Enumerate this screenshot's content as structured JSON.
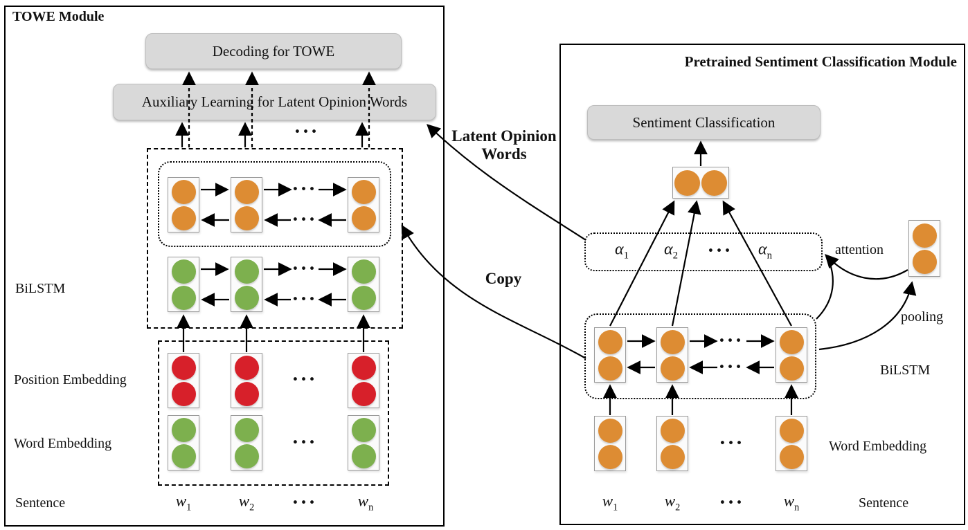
{
  "colors": {
    "orange": "#DD8C33",
    "green": "#7DB04E",
    "red": "#D7202A",
    "box_gray": "#D9D9D9",
    "line": "#111111"
  },
  "ellipsis": "···",
  "towe": {
    "title": "TOWE Module",
    "decoding_label": "Decoding for TOWE",
    "auxiliary_label": "Auxiliary Learning for Latent Opinion Words",
    "bilstm_label": "BiLSTM",
    "position_embedding_label": "Position Embedding",
    "word_embedding_label": "Word Embedding",
    "sentence_label": "Sentence",
    "tokens": [
      {
        "base": "w",
        "sub": "1"
      },
      {
        "base": "w",
        "sub": "2"
      },
      {
        "base": "w",
        "sub": "n"
      }
    ]
  },
  "connections": {
    "latent_label": "Latent Opinion Words",
    "latent_line1": "Latent Opinion",
    "latent_line2": "Words",
    "copy_label": "Copy"
  },
  "sentiment": {
    "title": "Pretrained Sentiment Classification Module",
    "classification_label": "Sentiment Classification",
    "attention_label": "attention",
    "pooling_label": "pooling",
    "bilstm_label": "BiLSTM",
    "word_embedding_label": "Word Embedding",
    "sentence_label": "Sentence",
    "alphas": [
      {
        "base": "α",
        "sub": "1"
      },
      {
        "base": "α",
        "sub": "2"
      },
      {
        "base": "α",
        "sub": "n"
      }
    ],
    "tokens": [
      {
        "base": "w",
        "sub": "1"
      },
      {
        "base": "w",
        "sub": "2"
      },
      {
        "base": "w",
        "sub": "n"
      }
    ]
  }
}
